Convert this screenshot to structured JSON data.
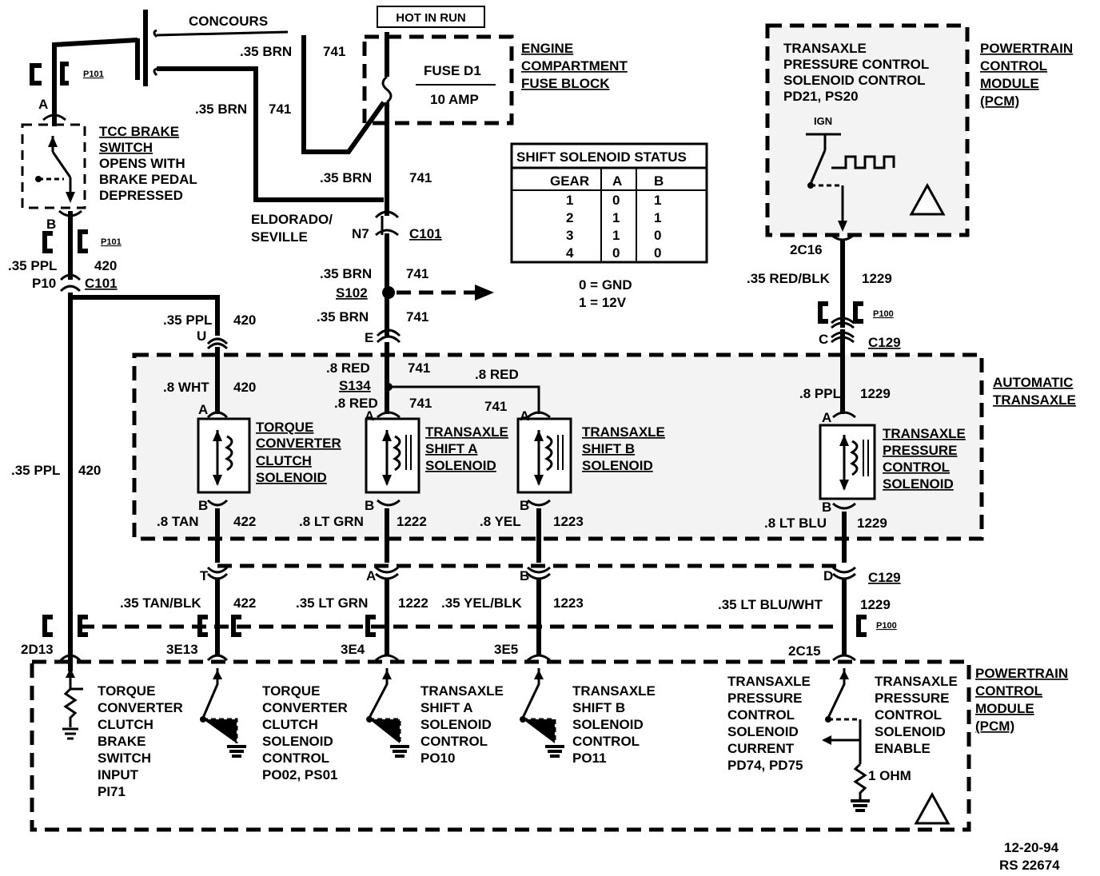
{
  "labels": {
    "concours": "CONCOURS",
    "hot_in_run": "HOT IN RUN",
    "fuse_name": "FUSE D1",
    "fuse_amp": "10 AMP",
    "engine_fuse_block": [
      "ENGINE",
      "COMPARTMENT",
      "FUSE BLOCK"
    ],
    "pcm_top": [
      "POWERTRAIN",
      "CONTROL",
      "MODULE",
      "(PCM)"
    ],
    "pcm_bottom": [
      "POWERTRAIN",
      "CONTROL",
      "MODULE",
      "(PCM)"
    ],
    "auto_transaxle": [
      "AUTOMATIC",
      "TRANSAXLE"
    ],
    "tcc_brake_switch": [
      "TCC BRAKE",
      "SWITCH",
      "OPENS WITH",
      "BRAKE PEDAL",
      "DEPRESSED"
    ],
    "eldorado": [
      "ELDORADO/",
      "SEVILLE"
    ],
    "pc_solenoid_control": [
      "TRANSAXLE",
      "PRESSURE CONTROL",
      "SOLENOID CONTROL",
      "PD21, PS20"
    ],
    "ign": "IGN",
    "tcc_solenoid": [
      "TORQUE",
      "CONVERTER",
      "CLUTCH",
      "SOLENOID"
    ],
    "shift_a_solenoid": [
      "TRANSAXLE",
      "SHIFT A",
      "SOLENOID"
    ],
    "shift_b_solenoid": [
      "TRANSAXLE",
      "SHIFT B",
      "SOLENOID"
    ],
    "pc_solenoid": [
      "TRANSAXLE",
      "PRESSURE",
      "CONTROL",
      "SOLENOID"
    ],
    "tcc_brake_input": [
      "TORQUE",
      "CONVERTER",
      "CLUTCH",
      "BRAKE",
      "SWITCH",
      "INPUT",
      "PI71"
    ],
    "tcc_solenoid_control": [
      "TORQUE",
      "CONVERTER",
      "CLUTCH",
      "SOLENOID",
      "CONTROL",
      "PO02, PS01"
    ],
    "shift_a_control": [
      "TRANSAXLE",
      "SHIFT A",
      "SOLENOID",
      "CONTROL",
      "PO10"
    ],
    "shift_b_control": [
      "TRANSAXLE",
      "SHIFT B",
      "SOLENOID",
      "CONTROL",
      "PO11"
    ],
    "pc_current": [
      "TRANSAXLE",
      "PRESSURE",
      "CONTROL",
      "SOLENOID",
      "CURRENT",
      "PD74, PD75"
    ],
    "pc_enable": [
      "TRANSAXLE",
      "PRESSURE",
      "CONTROL",
      "SOLENOID",
      "ENABLE"
    ],
    "one_ohm": "1 OHM",
    "legend_gnd": "0 = GND",
    "legend_12v": "1 = 12V",
    "date": "12-20-94",
    "ref": "RS 22674"
  },
  "wires": {
    "brn1": ".35 BRN",
    "c741a": "741",
    "brn2": ".35 BRN",
    "c741b": "741",
    "brn3": ".35 BRN",
    "c741c": "741",
    "brn4": ".35 BRN",
    "c741d": "741",
    "brn5": ".35 BRN",
    "c741e": "741",
    "red1": ".8 RED",
    "c741f": "741",
    "red2": ".8 RED",
    "c741g": "741",
    "red3": ".8 RED",
    "c741h": "741",
    "ppl1": ".35 PPL",
    "c420a": "420",
    "ppl2": ".35 PPL",
    "c420b": "420",
    "ppl3": ".35 PPL",
    "c420c": "420",
    "wht": ".8 WHT",
    "c420d": "420",
    "tan": ".8 TAN",
    "c422a": "422",
    "ltgrn": ".8 LT GRN",
    "c1222a": "1222",
    "yel": ".8 YEL",
    "c1223a": "1223",
    "ltblu": ".8 LT BLU",
    "c1229a": "1229",
    "tanblk": ".35 TAN/BLK",
    "c422b": "422",
    "ltgrn2": ".35 LT GRN",
    "c1222b": "1222",
    "yelblk": ".35 YEL/BLK",
    "c1223b": "1223",
    "ltbluwht": ".35 LT BLU/WHT",
    "c1229b": "1229",
    "redblk": ".35 RED/BLK",
    "c1229c": "1229",
    "ppl8": ".8 PPL",
    "c1229d": "1229"
  },
  "connectors": {
    "p101a": "P101",
    "p101b": "P101",
    "p100a": "P100",
    "p100b": "P100",
    "c101a": "C101",
    "c101b": "C101",
    "c129a": "C129",
    "c129b": "C129",
    "s102": "S102",
    "s134": "S134",
    "pinA": "A",
    "pinB": "B",
    "n7": "N7",
    "p10": "P10",
    "pinU": "U",
    "pinE": "E",
    "pinC": "C",
    "pinT": "T",
    "pinA2": "A",
    "pinB2": "B",
    "pinD": "D",
    "sa": "A",
    "sb": "B",
    "aa": "A",
    "ab": "B",
    "ba": "A",
    "bb": "B",
    "pa": "A",
    "pb": "B",
    "c2C16": "2C16",
    "c2D13": "2D13",
    "c3E13": "3E13",
    "c3E4": "3E4",
    "c3E5": "3E5",
    "c2C15": "2C15"
  },
  "shift_table": {
    "title": "SHIFT SOLENOID STATUS",
    "headers": [
      "GEAR",
      "A",
      "B"
    ],
    "rows": [
      [
        "1",
        "0",
        "1"
      ],
      [
        "2",
        "1",
        "1"
      ],
      [
        "3",
        "1",
        "0"
      ],
      [
        "4",
        "0",
        "0"
      ]
    ]
  }
}
